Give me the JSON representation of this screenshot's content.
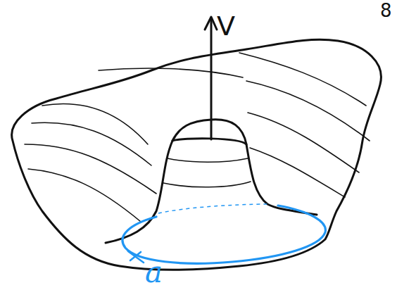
{
  "diagram": {
    "labels": [
      "V",
      "a",
      "8"
    ]
  }
}
